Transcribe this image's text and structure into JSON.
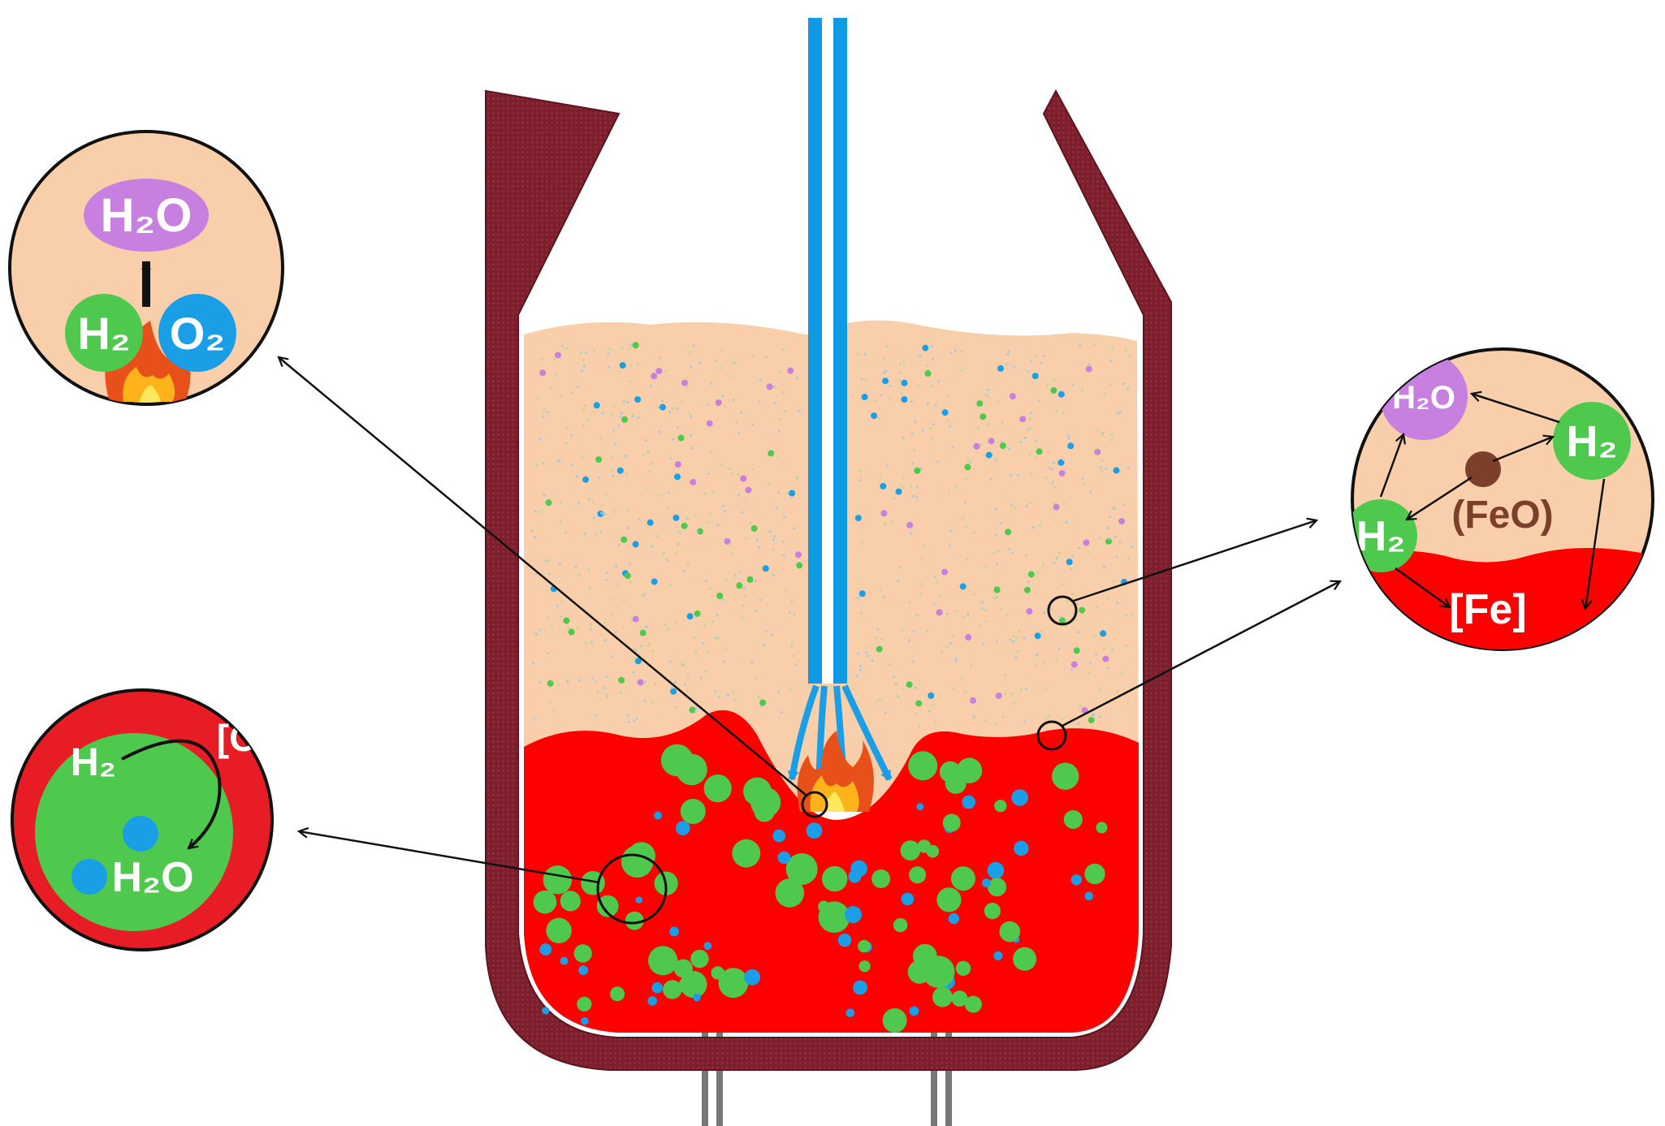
{
  "colors": {
    "wall": "#7a1f2b",
    "slag": "#f8cfaa",
    "steel": "#ff0000",
    "steel_dark": "#e81c24",
    "h2_green": "#4ec94e",
    "o2_blue": "#1a9ee6",
    "h2o_purple": "#c77fe0",
    "lance": "#0f9be3",
    "feo_brown": "#7b3f2a",
    "arrow": "#111111"
  },
  "callout_combustion": {
    "product": "H₂O",
    "reactant_1": "H₂",
    "reactant_2": "O₂"
  },
  "callout_bubble": {
    "dissolved_oxygen": "[O]",
    "gas": "H₂",
    "product": "H₂O"
  },
  "callout_slag_reduction": {
    "product": "H₂O",
    "reductant_top": "H₂",
    "reductant_left": "H₂",
    "oxide": "(FeO)",
    "metal": "[Fe]"
  }
}
